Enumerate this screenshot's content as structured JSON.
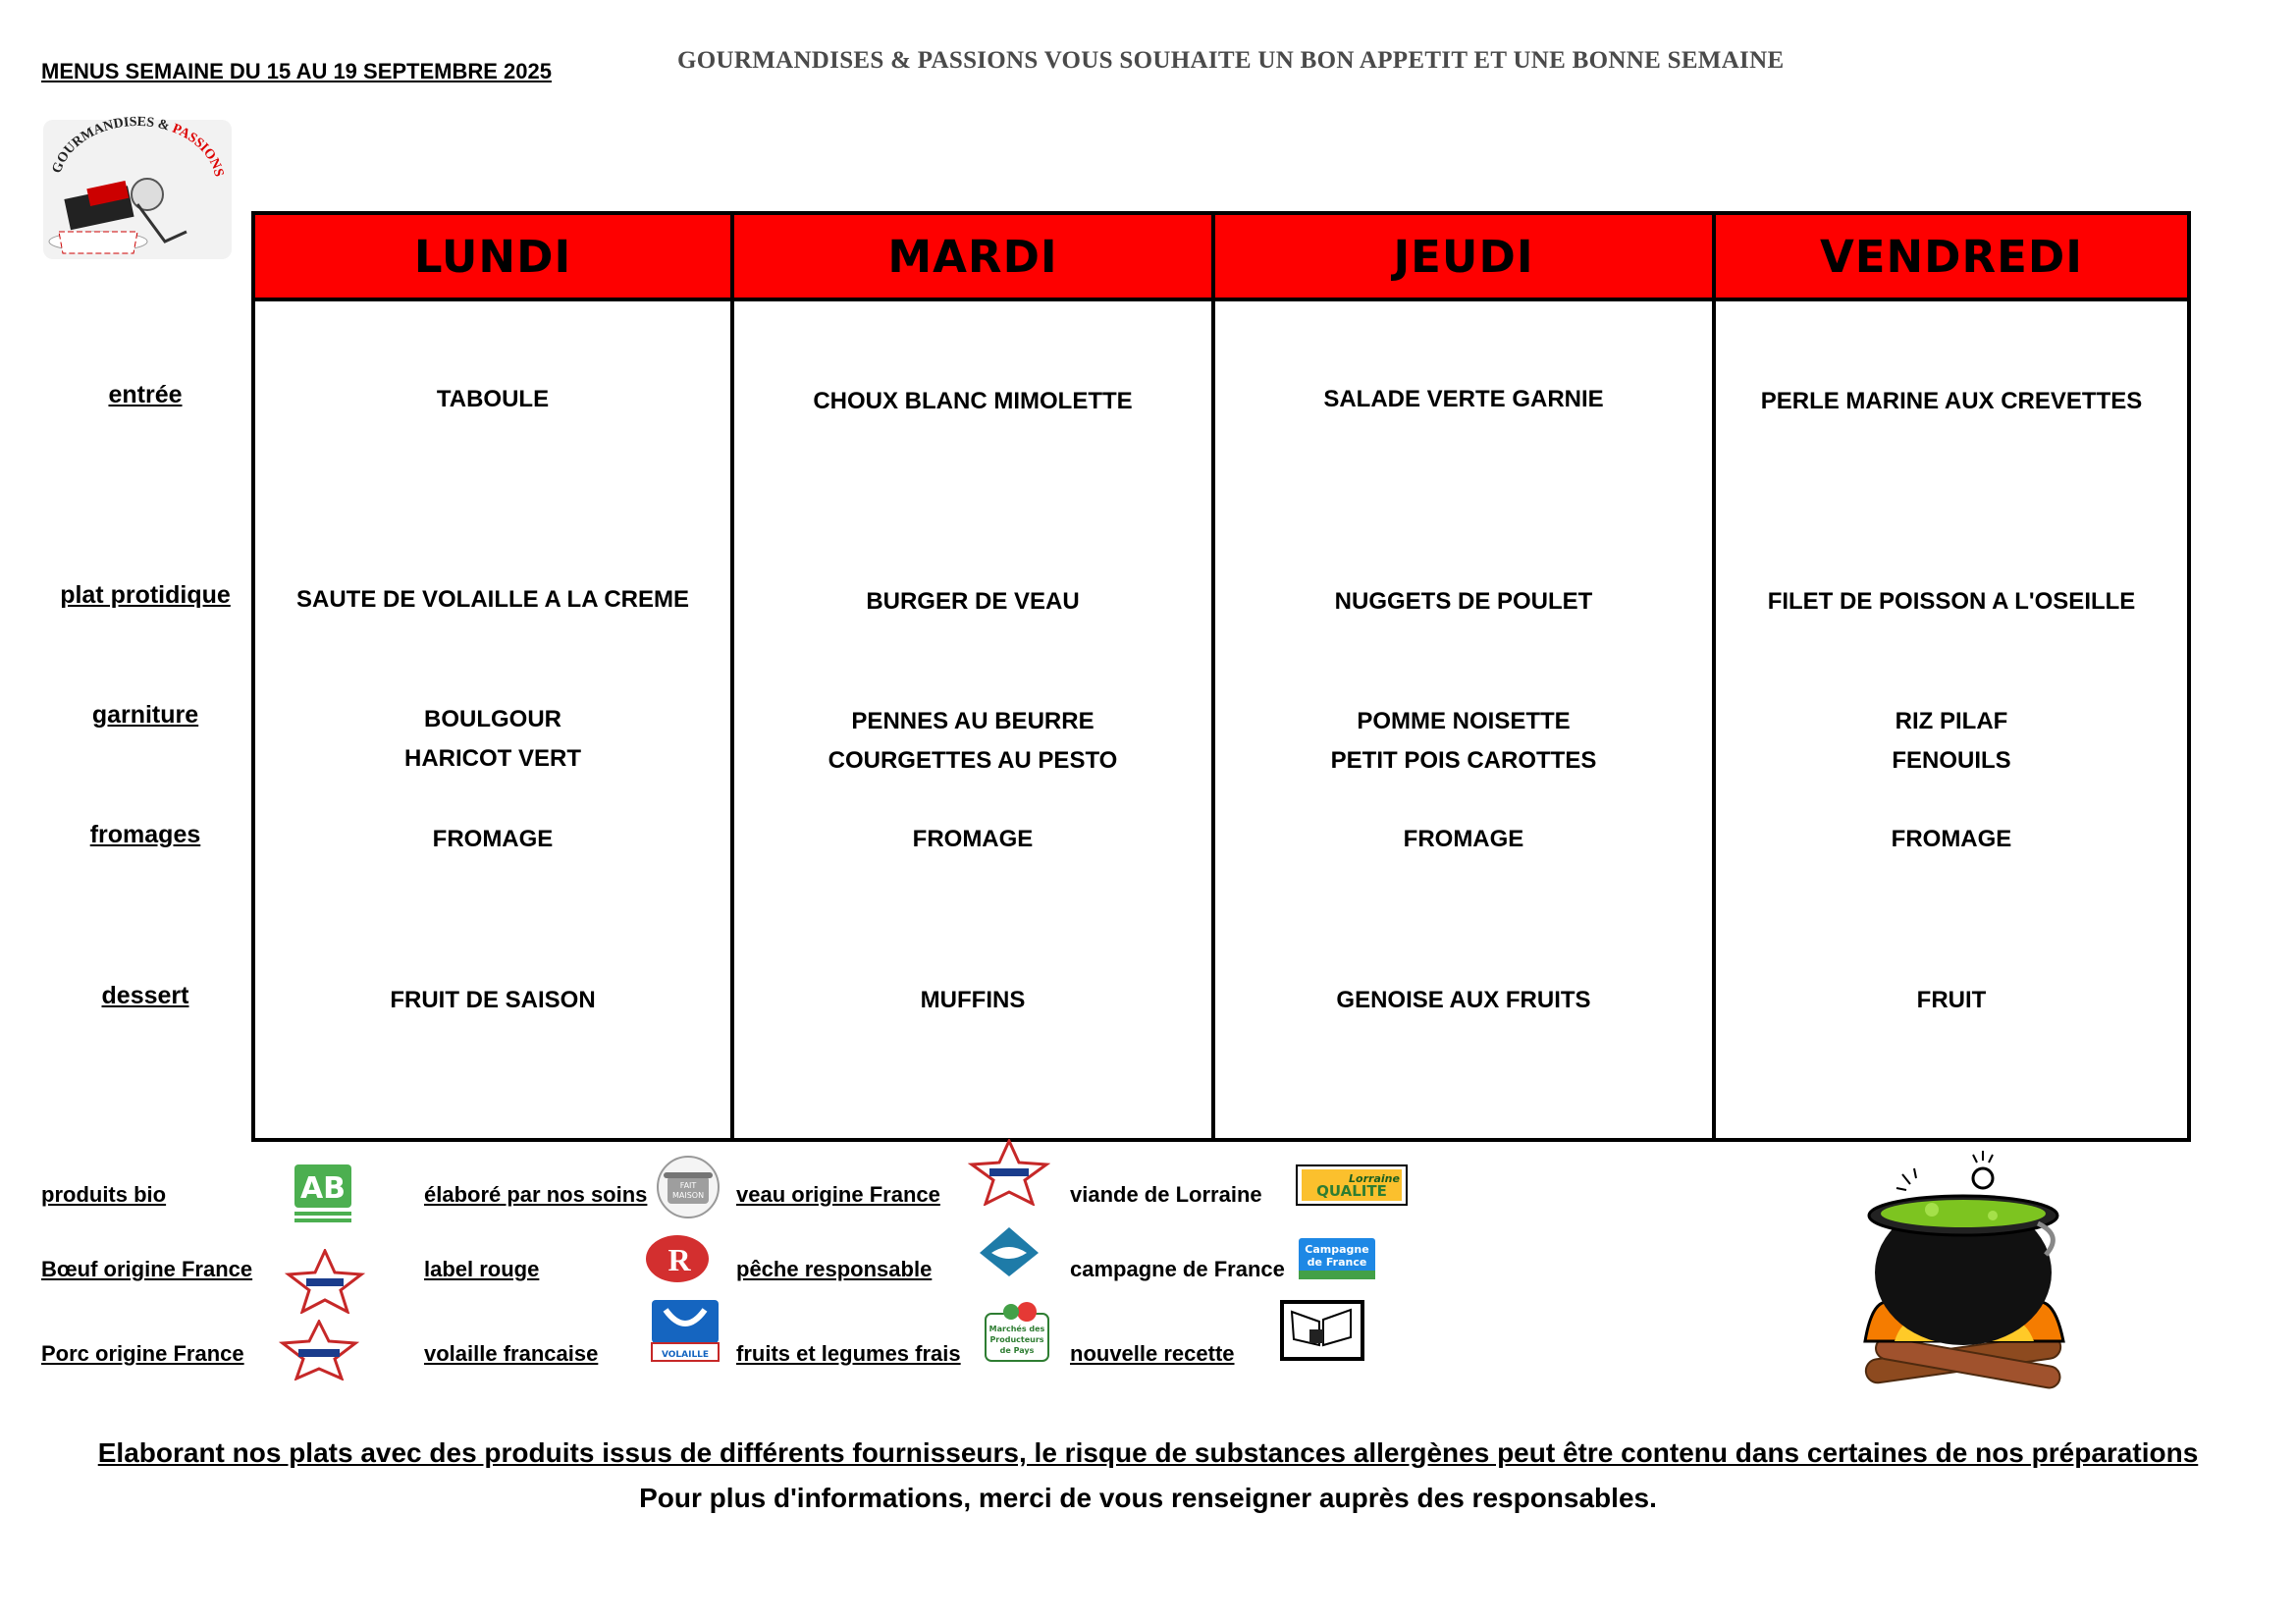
{
  "header": {
    "week_title": "MENUS SEMAINE DU 15 AU 19 SEPTEMBRE 2025",
    "tagline": "GOURMANDISES & PASSIONS VOUS SOUHAITE UN BON APPETIT ET UNE BONNE SEMAINE",
    "logo_text": "GOURMANDISES & PASSIONS"
  },
  "days": [
    "LUNDI",
    "MARDI",
    "JEUDI",
    "VENDREDI"
  ],
  "rows": [
    {
      "label": "entrée",
      "cells": [
        [
          "TABOULE"
        ],
        [
          "CHOUX BLANC MIMOLETTE"
        ],
        [
          "SALADE VERTE GARNIE"
        ],
        [
          "PERLE MARINE AUX CREVETTES"
        ]
      ]
    },
    {
      "label": "plat protidique",
      "cells": [
        [
          "SAUTE DE VOLAILLE A LA CREME"
        ],
        [
          "BURGER DE VEAU"
        ],
        [
          "NUGGETS DE POULET"
        ],
        [
          "FILET DE POISSON A L'OSEILLE"
        ]
      ]
    },
    {
      "label": "garniture",
      "cells": [
        [
          "BOULGOUR",
          "HARICOT VERT"
        ],
        [
          "PENNES AU BEURRE",
          "COURGETTES AU PESTO"
        ],
        [
          "POMME NOISETTE",
          "PETIT POIS CAROTTES"
        ],
        [
          "RIZ PILAF",
          "FENOUILS"
        ]
      ]
    },
    {
      "label": "fromages",
      "cells": [
        [
          "FROMAGE"
        ],
        [
          "FROMAGE"
        ],
        [
          "FROMAGE"
        ],
        [
          "FROMAGE"
        ]
      ]
    },
    {
      "label": "dessert",
      "cells": [
        [
          "FRUIT DE SAISON"
        ],
        [
          "MUFFINS"
        ],
        [
          "GENOISE AUX FRUITS"
        ],
        [
          "FRUIT"
        ]
      ]
    }
  ],
  "legend": {
    "produits_bio": "produits bio",
    "boeuf": "Bœuf origine France",
    "porc": "Porc origine France",
    "elabore": "élaboré par nos soins",
    "label_rouge": "label rouge",
    "volaille": "volaille francaise",
    "veau": "veau origine France",
    "peche": "pêche responsable",
    "fruits_legumes": "fruits et legumes frais",
    "lorraine": "viande de Lorraine",
    "campagne": "campagne de France",
    "nouvelle_recette": "nouvelle recette"
  },
  "badges": {
    "ab": "AB",
    "fait_maison": "FAIT MAISON",
    "lorraine_top": "Lorraine",
    "lorraine_bottom": "QUALITE",
    "campagne": "Campagne de France",
    "marches": "Marchés des Producteurs de Pays"
  },
  "footer": {
    "disclaimer": "Elaborant nos plats avec des produits issus de différents fournisseurs, le risque de substances allergènes peut être contenu dans certaines de nos préparations",
    "info": "Pour plus d'informations, merci de vous renseigner auprès des responsables."
  },
  "colors": {
    "header_red": "#fe0000",
    "bio_green": "#4caf50",
    "pot_green": "#7dc420",
    "flame_orange": "#f57c00"
  }
}
